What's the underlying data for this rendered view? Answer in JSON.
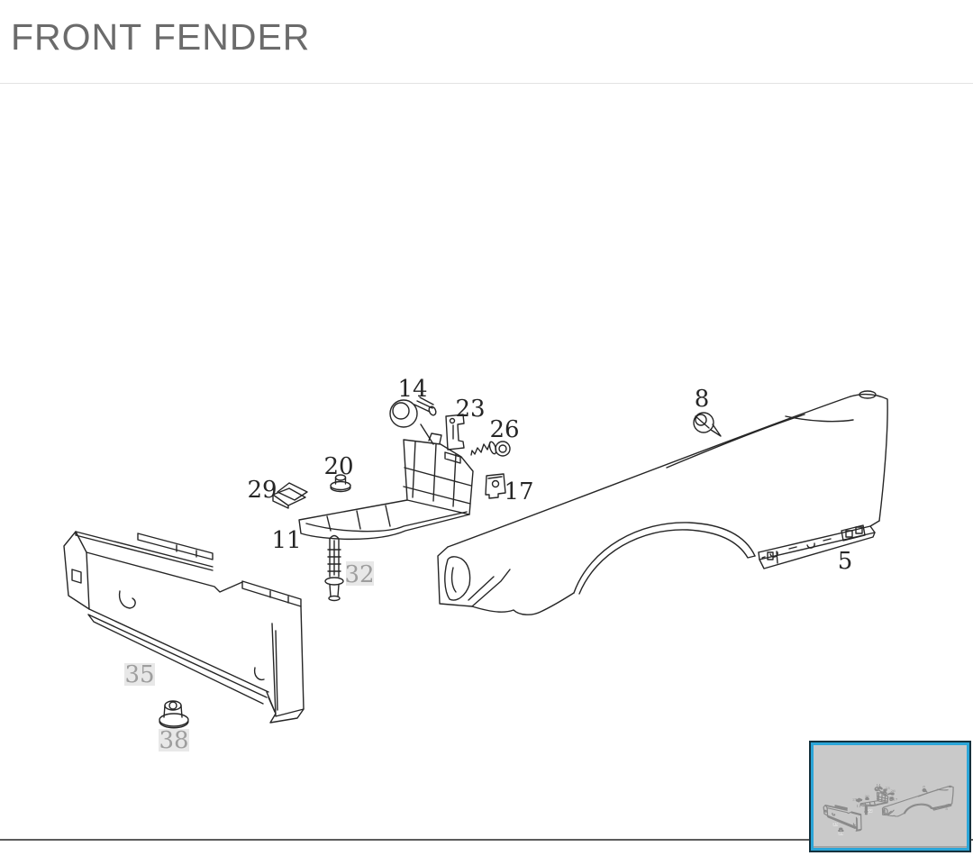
{
  "header": {
    "title": "FRONT FENDER"
  },
  "diagram": {
    "name": "front-fender-exploded-view",
    "labels": [
      {
        "id": "14",
        "text": "14",
        "highlighted": false
      },
      {
        "id": "23",
        "text": "23",
        "highlighted": false
      },
      {
        "id": "26",
        "text": "26",
        "highlighted": false
      },
      {
        "id": "8",
        "text": "8",
        "highlighted": false
      },
      {
        "id": "20",
        "text": "20",
        "highlighted": false
      },
      {
        "id": "29",
        "text": "29",
        "highlighted": false
      },
      {
        "id": "17",
        "text": "17",
        "highlighted": false
      },
      {
        "id": "11",
        "text": "11",
        "highlighted": false
      },
      {
        "id": "32",
        "text": "32",
        "highlighted": true
      },
      {
        "id": "5",
        "text": "5",
        "highlighted": false
      },
      {
        "id": "35",
        "text": "35",
        "highlighted": true
      },
      {
        "id": "38",
        "text": "38",
        "highlighted": true
      }
    ],
    "colors": {
      "line": "#262626",
      "label": "#1c1c1c",
      "highlight_background": "#e8e8e8",
      "highlight_label": "#9e9e9e",
      "frame_line": "#1a1a1a"
    }
  },
  "minimap": {
    "border_outer": "#15323e",
    "border_inner": "#2ba5d8",
    "background": "#c9c9c9",
    "line": "#8a8a8a"
  }
}
